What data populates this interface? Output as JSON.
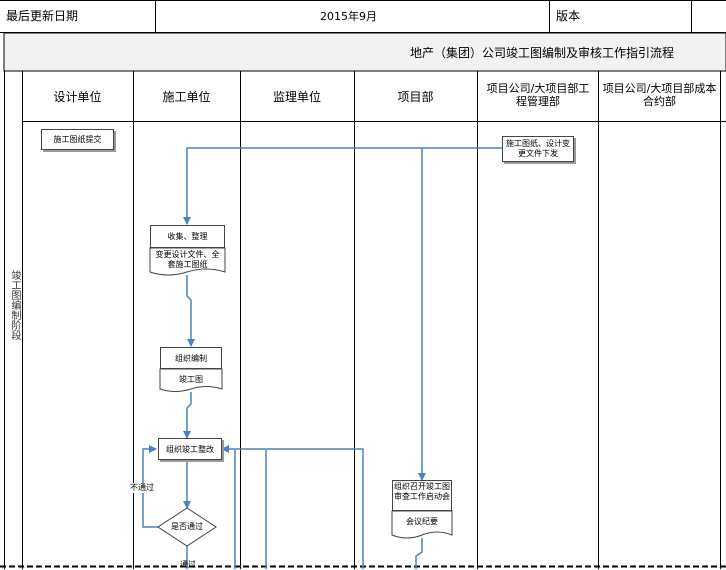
{
  "header": {
    "last_update_label": "最后更新日期",
    "last_update_value": "2015年9月",
    "version_label": "版本",
    "version_value": ""
  },
  "title": "地产（集团）公司竣工图编制及审核工作指引流程",
  "lanes": [
    "设计单位",
    "施工单位",
    "监理单位",
    "项目部",
    "项目公司/大项目部工程管理部",
    "项目公司/大项目部成本合约部"
  ],
  "phase_label": "竣工图编制阶段",
  "nodes": {
    "design_submit": "施工图纸提交",
    "issue_drawings": "施工图纸、设计变更文件下发",
    "collect_title": "收集、整理",
    "collect_doc": "变更设计文件、全套施工图纸",
    "organize_title": "组织编制",
    "organize_doc": "竣工图",
    "rectify": "组织竣工整改",
    "decision": "是否通过",
    "meeting_title": "组织召开竣工图审查工作启动会",
    "meeting_doc": "会议纪要"
  },
  "edge_labels": {
    "fail": "不通过",
    "pass": "通过"
  },
  "colors": {
    "flow_line": "#4f81bd",
    "grid_line": "#000000",
    "title_band": "#f2f2f2"
  }
}
